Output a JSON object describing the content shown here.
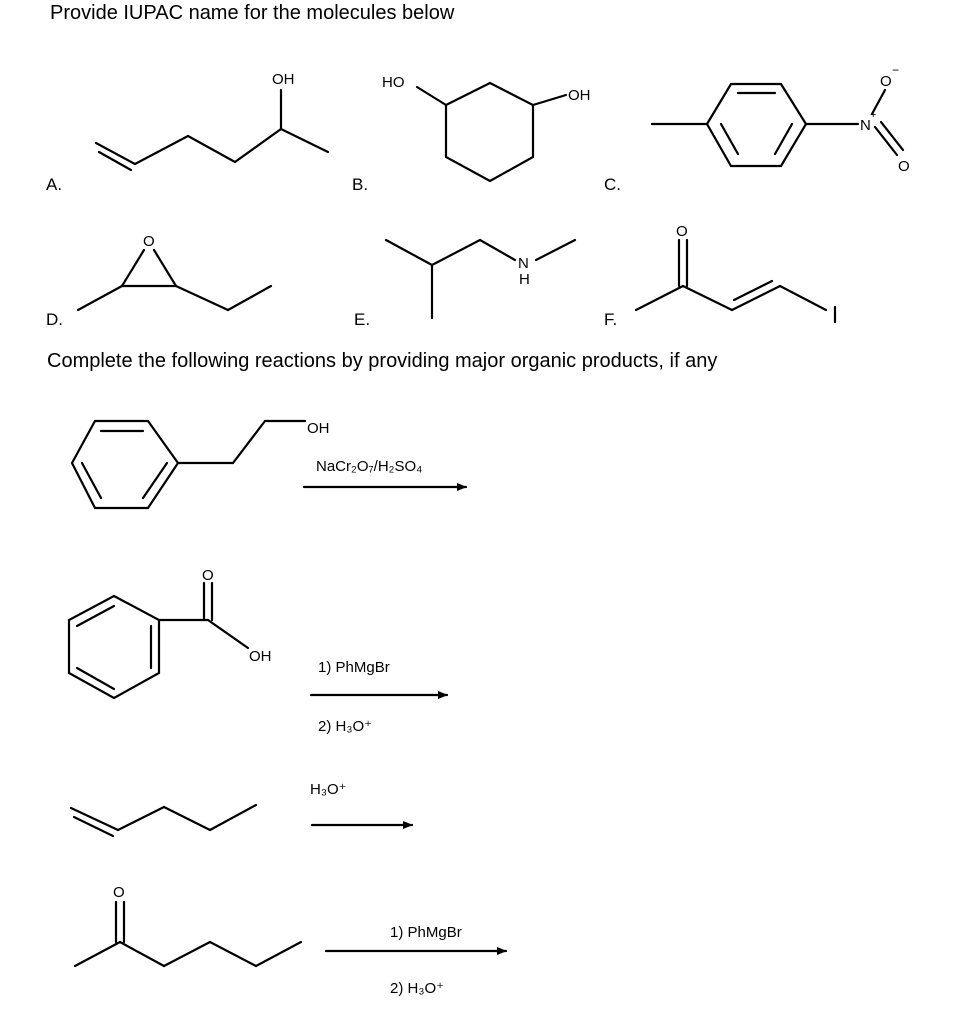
{
  "headings": {
    "naming": "Provide IUPAC name for the molecules below",
    "reactions": "Complete the following reactions by providing major organic products, if any"
  },
  "labels": {
    "a": "A.",
    "b": "B.",
    "c": "C.",
    "d": "D.",
    "e": "E.",
    "f": "F."
  },
  "atoms": {
    "oh": "OH",
    "ho": "HO",
    "o": "O",
    "o_minus": "O",
    "minus": "−",
    "n": "N",
    "plus": "+",
    "h": "H"
  },
  "reagents": {
    "r1": "NaCr₂O₇/H₂SO₄",
    "r2_step1": "1) PhMgBr",
    "r2_step2": "2) H₃O⁺",
    "r3": "H₃O⁺",
    "r4_step1": "1) PhMgBr",
    "r4_step2": "2) H₃O⁺"
  }
}
